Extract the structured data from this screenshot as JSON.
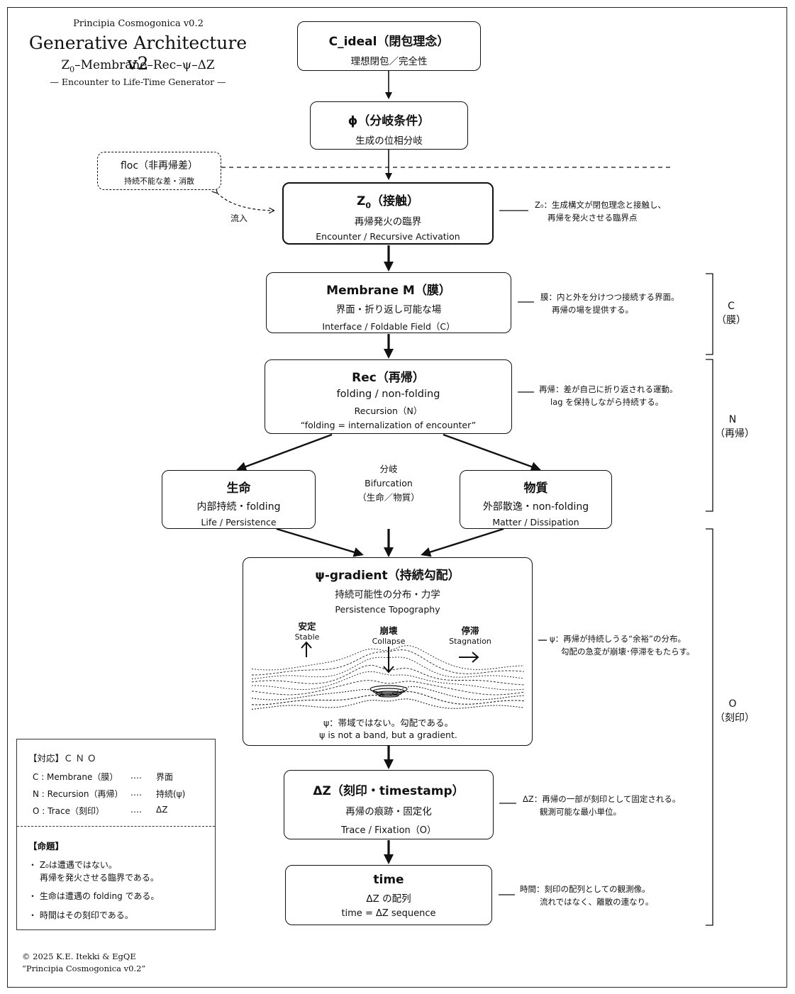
{
  "header": {
    "version": "Principia Cosmogonica v0.2",
    "title": "Generative Architecture v2",
    "formula_z": "Z",
    "formula_sub": "0",
    "formula_rest": "–Membrane–Rec–ψ–ΔZ",
    "subtitle": "— Encounter to Life-Time Generator —"
  },
  "nodes": {
    "c_ideal": {
      "title": "C_ideal（閉包理念）",
      "sub": "理想閉包／完全性"
    },
    "phi": {
      "title": "ϕ（分岐条件）",
      "sub": "生成の位相分岐"
    },
    "floc": {
      "title": "floc（非再帰差）",
      "sub": "持続不能な差・消散"
    },
    "inflow": "流入",
    "z0": {
      "title_z": "Z",
      "title_sub": "0",
      "title_rest": "（接触）",
      "sub": "再帰発火の臨界",
      "eng": "Encounter / Recursive Activation"
    },
    "membrane": {
      "title": "Membrane M（膜）",
      "sub": "界面・折り返し可能な場",
      "eng": "Interface / Foldable Field（C）"
    },
    "rec": {
      "title": "Rec（再帰）",
      "sub": "folding / non-folding",
      "eng": "Recursion（N）",
      "quote": "“folding = internalization of encounter”"
    },
    "life": {
      "title": "生命",
      "sub": "内部持続・folding",
      "eng": "Life / Persistence"
    },
    "bifurcation": {
      "jp": "分岐",
      "en": "Bifurcation",
      "paren": "（生命／物質）"
    },
    "matter": {
      "title": "物質",
      "sub": "外部散逸・non-folding",
      "eng": "Matter / Dissipation"
    },
    "psi": {
      "title": "ψ-gradient（持続勾配）",
      "sub": "持続可能性の分布・力学",
      "eng": "Persistence Topography",
      "stable_jp": "安定",
      "stable_en": "Stable",
      "collapse_jp": "崩壊",
      "collapse_en": "Collapse",
      "stagnation_jp": "停滞",
      "stagnation_en": "Stagnation",
      "caption_jp": "ψ：帯域ではない。勾配である。",
      "caption_en": "ψ is not a band, but a gradient."
    },
    "dz": {
      "title": "ΔZ（刻印・timestamp）",
      "sub": "再帰の痕跡・固定化",
      "eng": "Trace / Fixation（O）"
    },
    "time": {
      "title": "time",
      "sub": "ΔZ の配列",
      "eng": "time = ΔZ sequence"
    }
  },
  "notes": {
    "z0_line1": "Z₀：生成構文が閉包理念と接触し、",
    "z0_line2": "再帰を発火させる臨界点",
    "membrane_line1": "膜：内と外を分けつつ接続する界面。",
    "membrane_line2": "再帰の場を提供する。",
    "rec_line1": "再帰：差が自己に折り返される運動。",
    "rec_line2": "lag を保持しながら持続する。",
    "psi_line1": "ψ：再帰が持続しうる“余裕”の分布。",
    "psi_line2": "勾配の急変が崩壊･停滞をもたらす。",
    "dz_line1": "ΔZ：再帰の一部が刻印として固定される。",
    "dz_line2": "観測可能な最小単位。",
    "time_line1": "時間：刻印の配列としての観測像。",
    "time_line2": "流れではなく、離散の連なり。"
  },
  "brackets": {
    "c": {
      "letter": "C",
      "label": "（膜）"
    },
    "n": {
      "letter": "N",
      "label": "（再帰）"
    },
    "o": {
      "letter": "O",
      "label": "（刻印）"
    }
  },
  "legend": {
    "heading": "【対応】Ｃ Ｎ Ｏ",
    "rows": [
      {
        "left": "C : Membrane（膜）",
        "dots": "‥‥",
        "right": "界面"
      },
      {
        "left": "N : Recursion（再帰）",
        "dots": "‥‥",
        "right": "持続(ψ)"
      },
      {
        "left": "O : Trace（刻印）",
        "dots": "‥‥",
        "right": "ΔZ"
      }
    ],
    "props_heading": "【命題】",
    "prop1_a": "Z₀は遭遇ではない。",
    "prop1_b": "再帰を発火させる臨界である。",
    "prop2": "生命は遭遇の folding である。",
    "prop3": "時間はその刻印である。"
  },
  "footer": {
    "copyright": "© 2025 K.E. Itekki & EgQE",
    "work": "“Principia Cosmogonica v0.2”"
  }
}
